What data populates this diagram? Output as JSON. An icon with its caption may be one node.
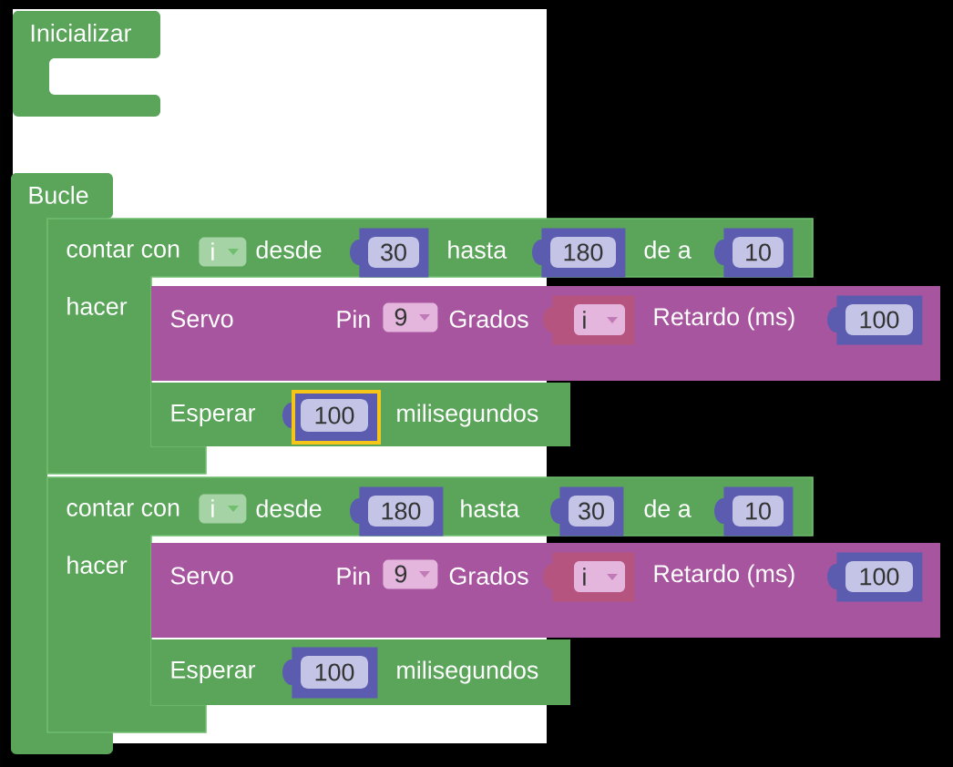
{
  "diagram": {
    "nodes": [
      {
        "text": [
          "Inicializar"
        ]
      },
      {
        "text": [
          "Bucle"
        ]
      },
      {
        "text": [
          "contar con",
          "desde",
          "hasta",
          "de a",
          "hacer"
        ]
      },
      {
        "text": [
          "i"
        ],
        "in": 2
      },
      {
        "text": [
          "30"
        ],
        "in": 2
      },
      {
        "text": [
          "180"
        ],
        "in": 2
      },
      {
        "text": [
          "10"
        ],
        "in": 2
      },
      {
        "text": [
          "Servo",
          "Pin",
          "Grados",
          "Retardo (ms)"
        ]
      },
      {
        "text": [
          "9"
        ],
        "in": 7
      },
      {
        "text": [
          "i"
        ],
        "in": 7
      },
      {
        "text": [
          "100"
        ],
        "in": 7
      },
      {
        "text": [
          "Esperar",
          "milisegundos"
        ],
        "in": 2
      },
      {
        "text": [
          "100"
        ],
        "in": 11
      },
      {
        "text": [
          "contar con",
          "desde",
          "hasta",
          "de a",
          "hacer"
        ]
      },
      {
        "text": [
          "i"
        ],
        "in": 13
      },
      {
        "text": [
          "180"
        ],
        "in": 13
      },
      {
        "text": [
          "30"
        ],
        "in": 13
      },
      {
        "text": [
          "10"
        ],
        "in": 13
      },
      {
        "text": [
          "Servo",
          "Pin",
          "Grados",
          "Retardo (ms)"
        ]
      },
      {
        "text": [
          "9"
        ],
        "in": 18
      },
      {
        "text": [
          "i"
        ],
        "in": 18
      },
      {
        "text": [
          "100"
        ],
        "in": 18
      },
      {
        "text": [
          "Esperar",
          "milisegundos"
        ],
        "in": 13
      },
      {
        "text": [
          "100"
        ],
        "in": 22
      }
    ]
  }
}
